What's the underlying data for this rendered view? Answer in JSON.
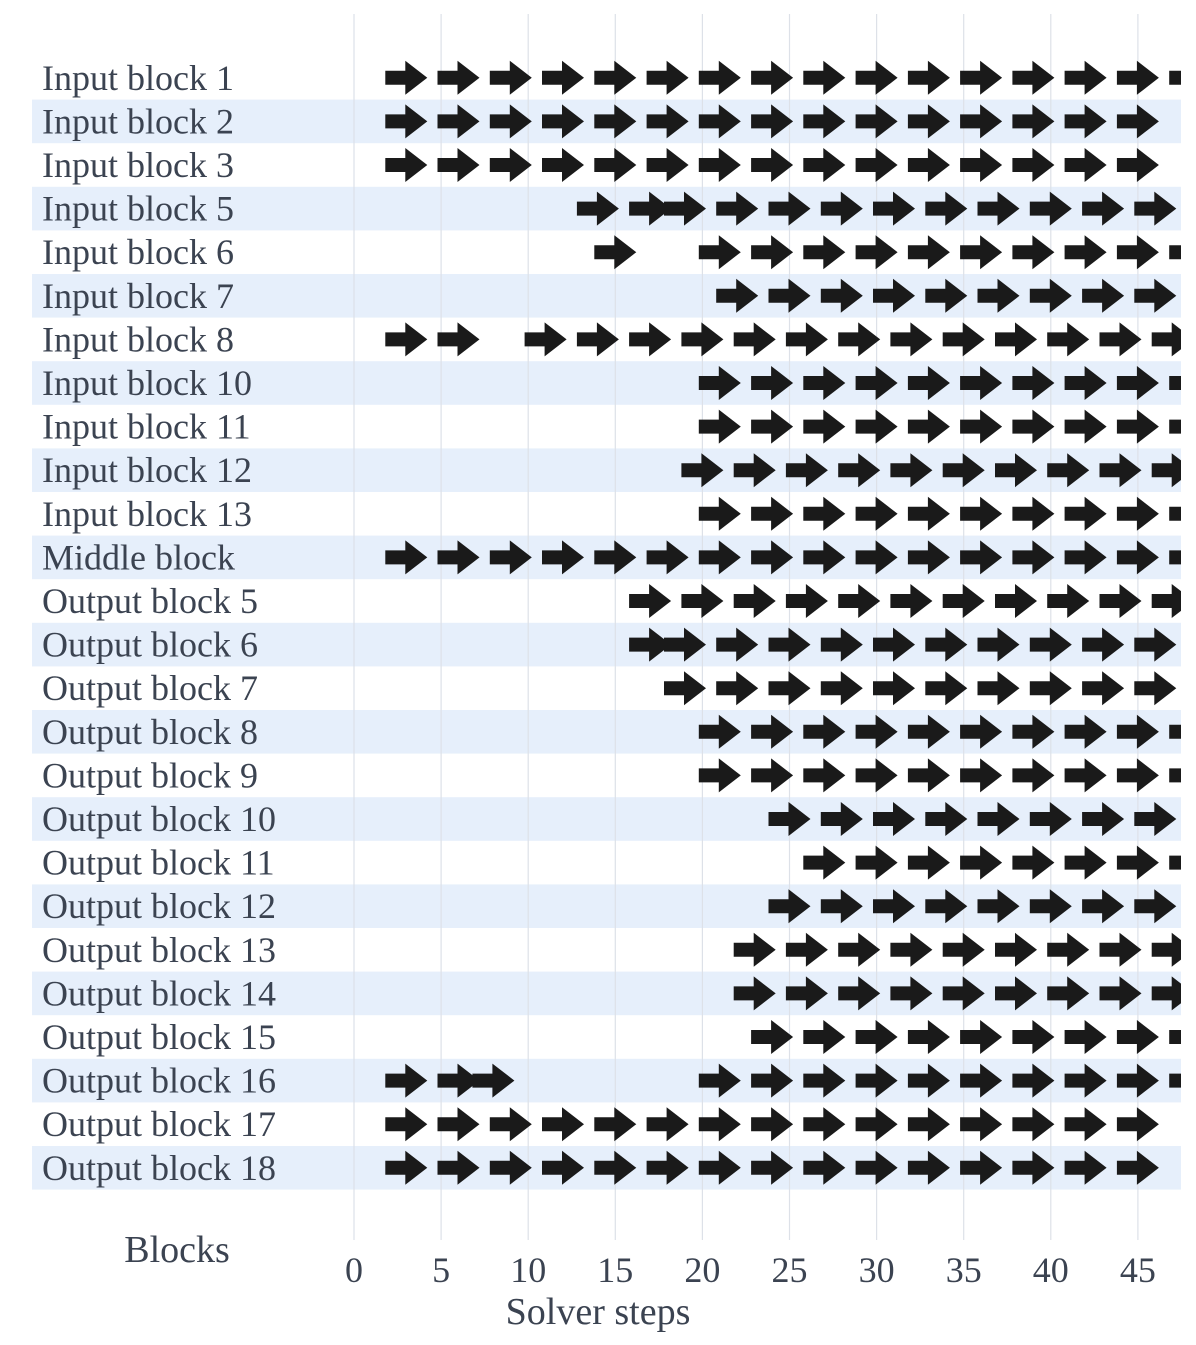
{
  "chart_data": {
    "type": "scatter",
    "marker": "right-arrow",
    "xlabel": "Solver steps",
    "ylabel": "Blocks",
    "xlim": [
      0,
      47
    ],
    "xticks": [
      0,
      5,
      10,
      15,
      20,
      25,
      30,
      35,
      40,
      45
    ],
    "grid": true,
    "colors": {
      "marker": "#1a1a1a",
      "band": "#e6effb",
      "text": "#3b4351",
      "grid": "#dde1e8"
    },
    "rows": [
      {
        "label": "Input block 1",
        "steps": [
          3,
          6,
          9,
          12,
          15,
          18,
          21,
          24,
          27,
          30,
          33,
          36,
          39,
          42,
          45,
          48
        ]
      },
      {
        "label": "Input block 2",
        "steps": [
          3,
          6,
          9,
          12,
          15,
          18,
          21,
          24,
          27,
          30,
          33,
          36,
          39,
          42,
          45
        ]
      },
      {
        "label": "Input block 3",
        "steps": [
          3,
          6,
          9,
          12,
          15,
          18,
          21,
          24,
          27,
          30,
          33,
          36,
          39,
          42,
          45
        ]
      },
      {
        "label": "Input block 5",
        "steps": [
          14,
          17,
          19,
          22,
          25,
          28,
          31,
          34,
          37,
          40,
          43,
          46
        ]
      },
      {
        "label": "Input block 6",
        "steps": [
          15,
          21,
          24,
          27,
          30,
          33,
          36,
          39,
          42,
          45,
          48
        ]
      },
      {
        "label": "Input block 7",
        "steps": [
          22,
          25,
          28,
          31,
          34,
          37,
          40,
          43,
          46
        ]
      },
      {
        "label": "Input block 8",
        "steps": [
          3,
          6,
          11,
          14,
          17,
          20,
          23,
          26,
          29,
          32,
          35,
          38,
          41,
          44,
          47
        ]
      },
      {
        "label": "Input block 10",
        "steps": [
          21,
          24,
          27,
          30,
          33,
          36,
          39,
          42,
          45,
          48
        ]
      },
      {
        "label": "Input block 11",
        "steps": [
          21,
          24,
          27,
          30,
          33,
          36,
          39,
          42,
          45,
          48
        ]
      },
      {
        "label": "Input block 12",
        "steps": [
          20,
          23,
          26,
          29,
          32,
          35,
          38,
          41,
          44,
          47
        ]
      },
      {
        "label": "Input block 13",
        "steps": [
          21,
          24,
          27,
          30,
          33,
          36,
          39,
          42,
          45,
          48
        ]
      },
      {
        "label": "Middle block",
        "steps": [
          3,
          6,
          9,
          12,
          15,
          18,
          21,
          24,
          27,
          30,
          33,
          36,
          39,
          42,
          45,
          48
        ]
      },
      {
        "label": "Output block 5",
        "steps": [
          17,
          20,
          23,
          26,
          29,
          32,
          35,
          38,
          41,
          44,
          47
        ]
      },
      {
        "label": "Output block 6",
        "steps": [
          17,
          19,
          22,
          25,
          28,
          31,
          34,
          37,
          40,
          43,
          46
        ]
      },
      {
        "label": "Output block 7",
        "steps": [
          19,
          22,
          25,
          28,
          31,
          34,
          37,
          40,
          43,
          46
        ]
      },
      {
        "label": "Output block 8",
        "steps": [
          21,
          24,
          27,
          30,
          33,
          36,
          39,
          42,
          45,
          48
        ]
      },
      {
        "label": "Output block 9",
        "steps": [
          21,
          24,
          27,
          30,
          33,
          36,
          39,
          42,
          45,
          48
        ]
      },
      {
        "label": "Output block 10",
        "steps": [
          25,
          28,
          31,
          34,
          37,
          40,
          43,
          46
        ]
      },
      {
        "label": "Output block 11",
        "steps": [
          27,
          30,
          33,
          36,
          39,
          42,
          45,
          48
        ]
      },
      {
        "label": "Output block 12",
        "steps": [
          25,
          28,
          31,
          34,
          37,
          40,
          43,
          46
        ]
      },
      {
        "label": "Output block 13",
        "steps": [
          23,
          26,
          29,
          32,
          35,
          38,
          41,
          44,
          47
        ]
      },
      {
        "label": "Output block 14",
        "steps": [
          23,
          26,
          29,
          32,
          35,
          38,
          41,
          44,
          47
        ]
      },
      {
        "label": "Output block 15",
        "steps": [
          24,
          27,
          30,
          33,
          36,
          39,
          42,
          45,
          48
        ]
      },
      {
        "label": "Output block 16",
        "steps": [
          3,
          6,
          8,
          21,
          24,
          27,
          30,
          33,
          36,
          39,
          42,
          45,
          48
        ]
      },
      {
        "label": "Output block 17",
        "steps": [
          3,
          6,
          9,
          12,
          15,
          18,
          21,
          24,
          27,
          30,
          33,
          36,
          39,
          42,
          45
        ]
      },
      {
        "label": "Output block 18",
        "steps": [
          3,
          6,
          9,
          12,
          15,
          18,
          21,
          24,
          27,
          30,
          33,
          36,
          39,
          42,
          45
        ]
      }
    ]
  }
}
